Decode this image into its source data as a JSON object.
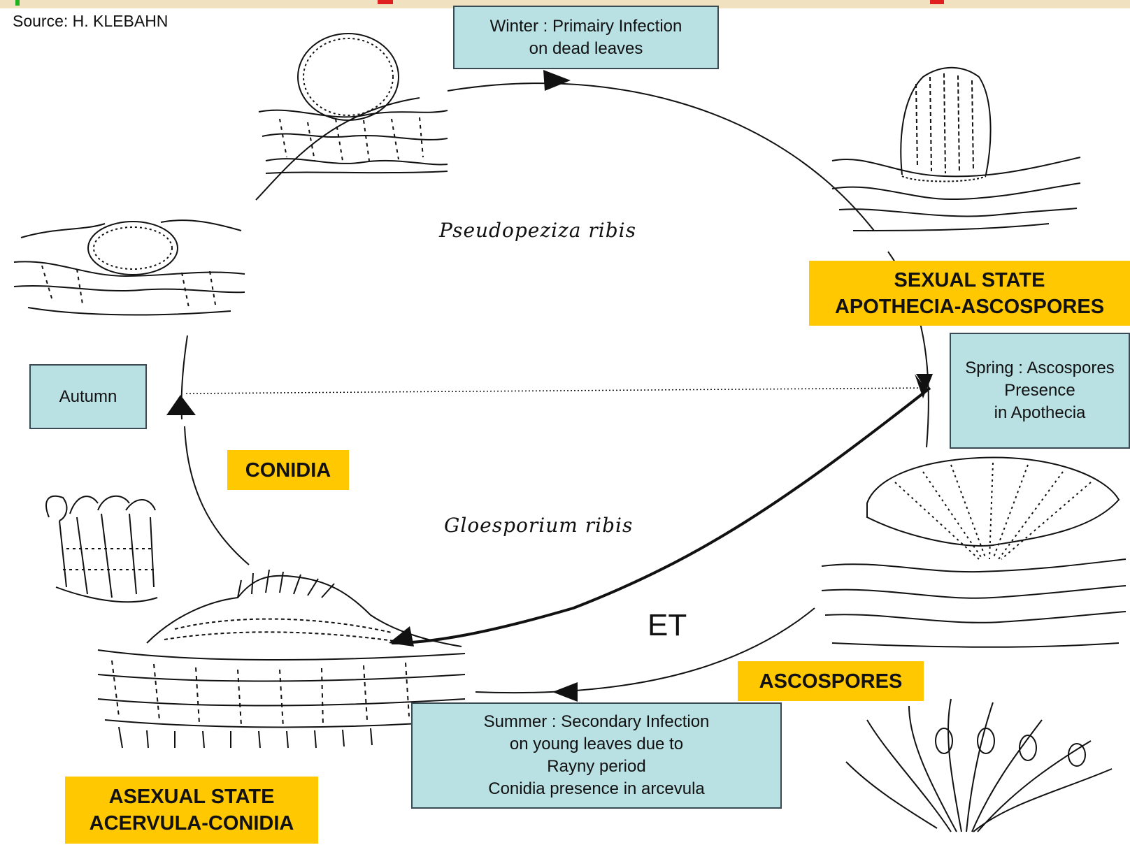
{
  "source": "Source: H. KLEBAHN",
  "seasons": {
    "winter": [
      "Winter : Primairy Infection",
      "on dead leaves"
    ],
    "spring": [
      "Spring : Ascospores",
      "Presence",
      "in Apothecia"
    ],
    "summer": [
      "Summer : Secondary Infection",
      "on young leaves due to",
      "Rayny period",
      "Conidia presence in arcevula"
    ],
    "autumn": "Autumn"
  },
  "states": {
    "sexual": [
      "SEXUAL STATE",
      "APOTHECIA-ASCOSPORES"
    ],
    "asexual": [
      "ASEXUAL STATE",
      "ACERVULA-CONIDIA"
    ],
    "conidia": "CONIDIA",
    "ascospores": "ASCOSPORES"
  },
  "species": {
    "sexual": "Pseudopeziza ribis",
    "asexual": "Gloesporium ribis"
  },
  "et": "ET",
  "colors": {
    "box_fill": "#b9e0e3",
    "box_border": "#3a4a55",
    "highlight": "#ffc800",
    "top_bar": "#f0e2c0"
  }
}
